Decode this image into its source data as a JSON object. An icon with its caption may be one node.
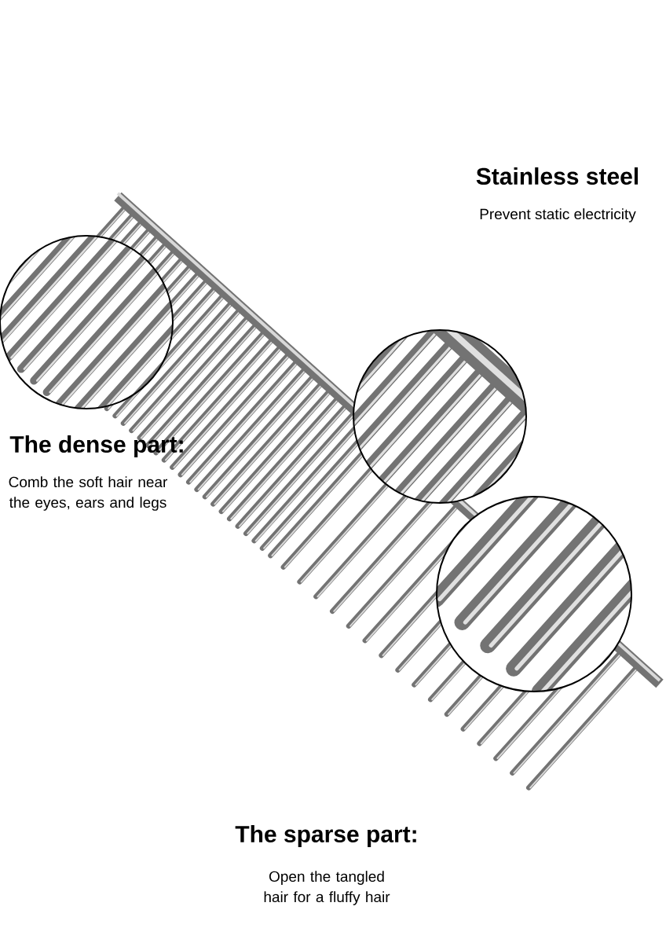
{
  "diagram": {
    "labels": [
      "Stainless steel",
      "Prevent static electricity",
      "The dense part:",
      "Comb the soft hair near the eyes, ears and legs",
      "The sparse part:",
      "Open the tangled hair for a fluffy hair"
    ]
  }
}
